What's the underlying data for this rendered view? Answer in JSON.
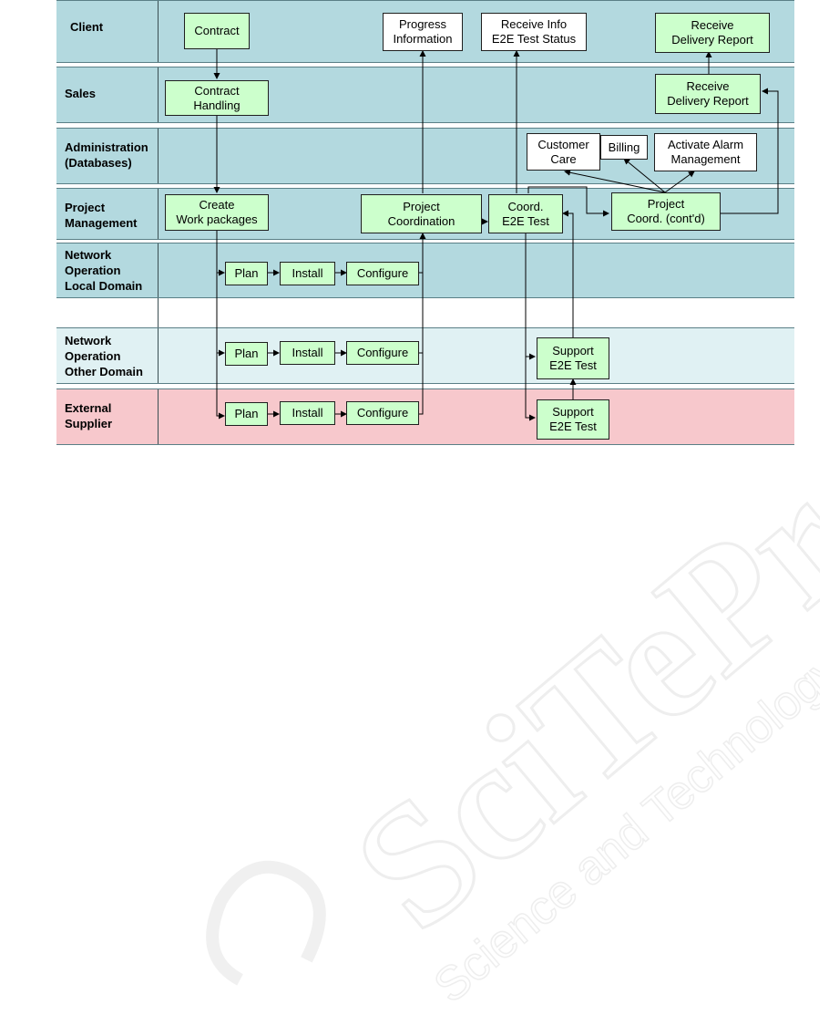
{
  "lanes": [
    {
      "id": "client",
      "label": "Client",
      "style": "teal"
    },
    {
      "id": "sales",
      "label": "Sales",
      "style": "teal"
    },
    {
      "id": "administration",
      "label": "Administration\n(Databases)",
      "style": "teal"
    },
    {
      "id": "project-management",
      "label": "Project\nManagement",
      "style": "teal"
    },
    {
      "id": "network-local",
      "label": "Network\nOperation\nLocal Domain",
      "style": "teal"
    },
    {
      "id": "spacer",
      "label": "",
      "style": "white"
    },
    {
      "id": "network-other",
      "label": "Network\nOperation\nOther Domain",
      "style": "light"
    },
    {
      "id": "external-supplier",
      "label": "External\nSupplier",
      "style": "pink"
    }
  ],
  "boxes": {
    "contract": "Contract",
    "progress_information": "Progress\nInformation",
    "receive_info": "Receive Info\nE2E Test Status",
    "receive_delivery_client": "Receive\nDelivery Report",
    "contract_handling": "Contract\nHandling",
    "receive_delivery_sales": "Receive\nDelivery Report",
    "customer_care": "Customer\nCare",
    "billing": "Billing",
    "activate_alarm": "Activate Alarm\nManagement",
    "create_work_packages": "Create\nWork packages",
    "project_coordination": "Project\nCoordination",
    "coord_e2e_test": "Coord.\nE2E Test",
    "project_coord_contd": "Project\nCoord. (cont'd)",
    "local_plan": "Plan",
    "local_install": "Install",
    "local_configure": "Configure",
    "other_plan": "Plan",
    "other_install": "Install",
    "other_configure": "Configure",
    "support_e2e_other": "Support\nE2E Test",
    "supplier_plan": "Plan",
    "supplier_install": "Install",
    "supplier_configure": "Configure",
    "support_e2e_supplier": "Support\nE2E Test"
  },
  "watermark": {
    "logo_text": "SciTePress",
    "tagline": "Science and Technology Publications"
  },
  "colors": {
    "lane_teal": "#b3d9df",
    "lane_light": "#e0f1f3",
    "lane_pink": "#f7c8cc",
    "box_green": "#ccffcc",
    "watermark": "#f2f2f2"
  }
}
